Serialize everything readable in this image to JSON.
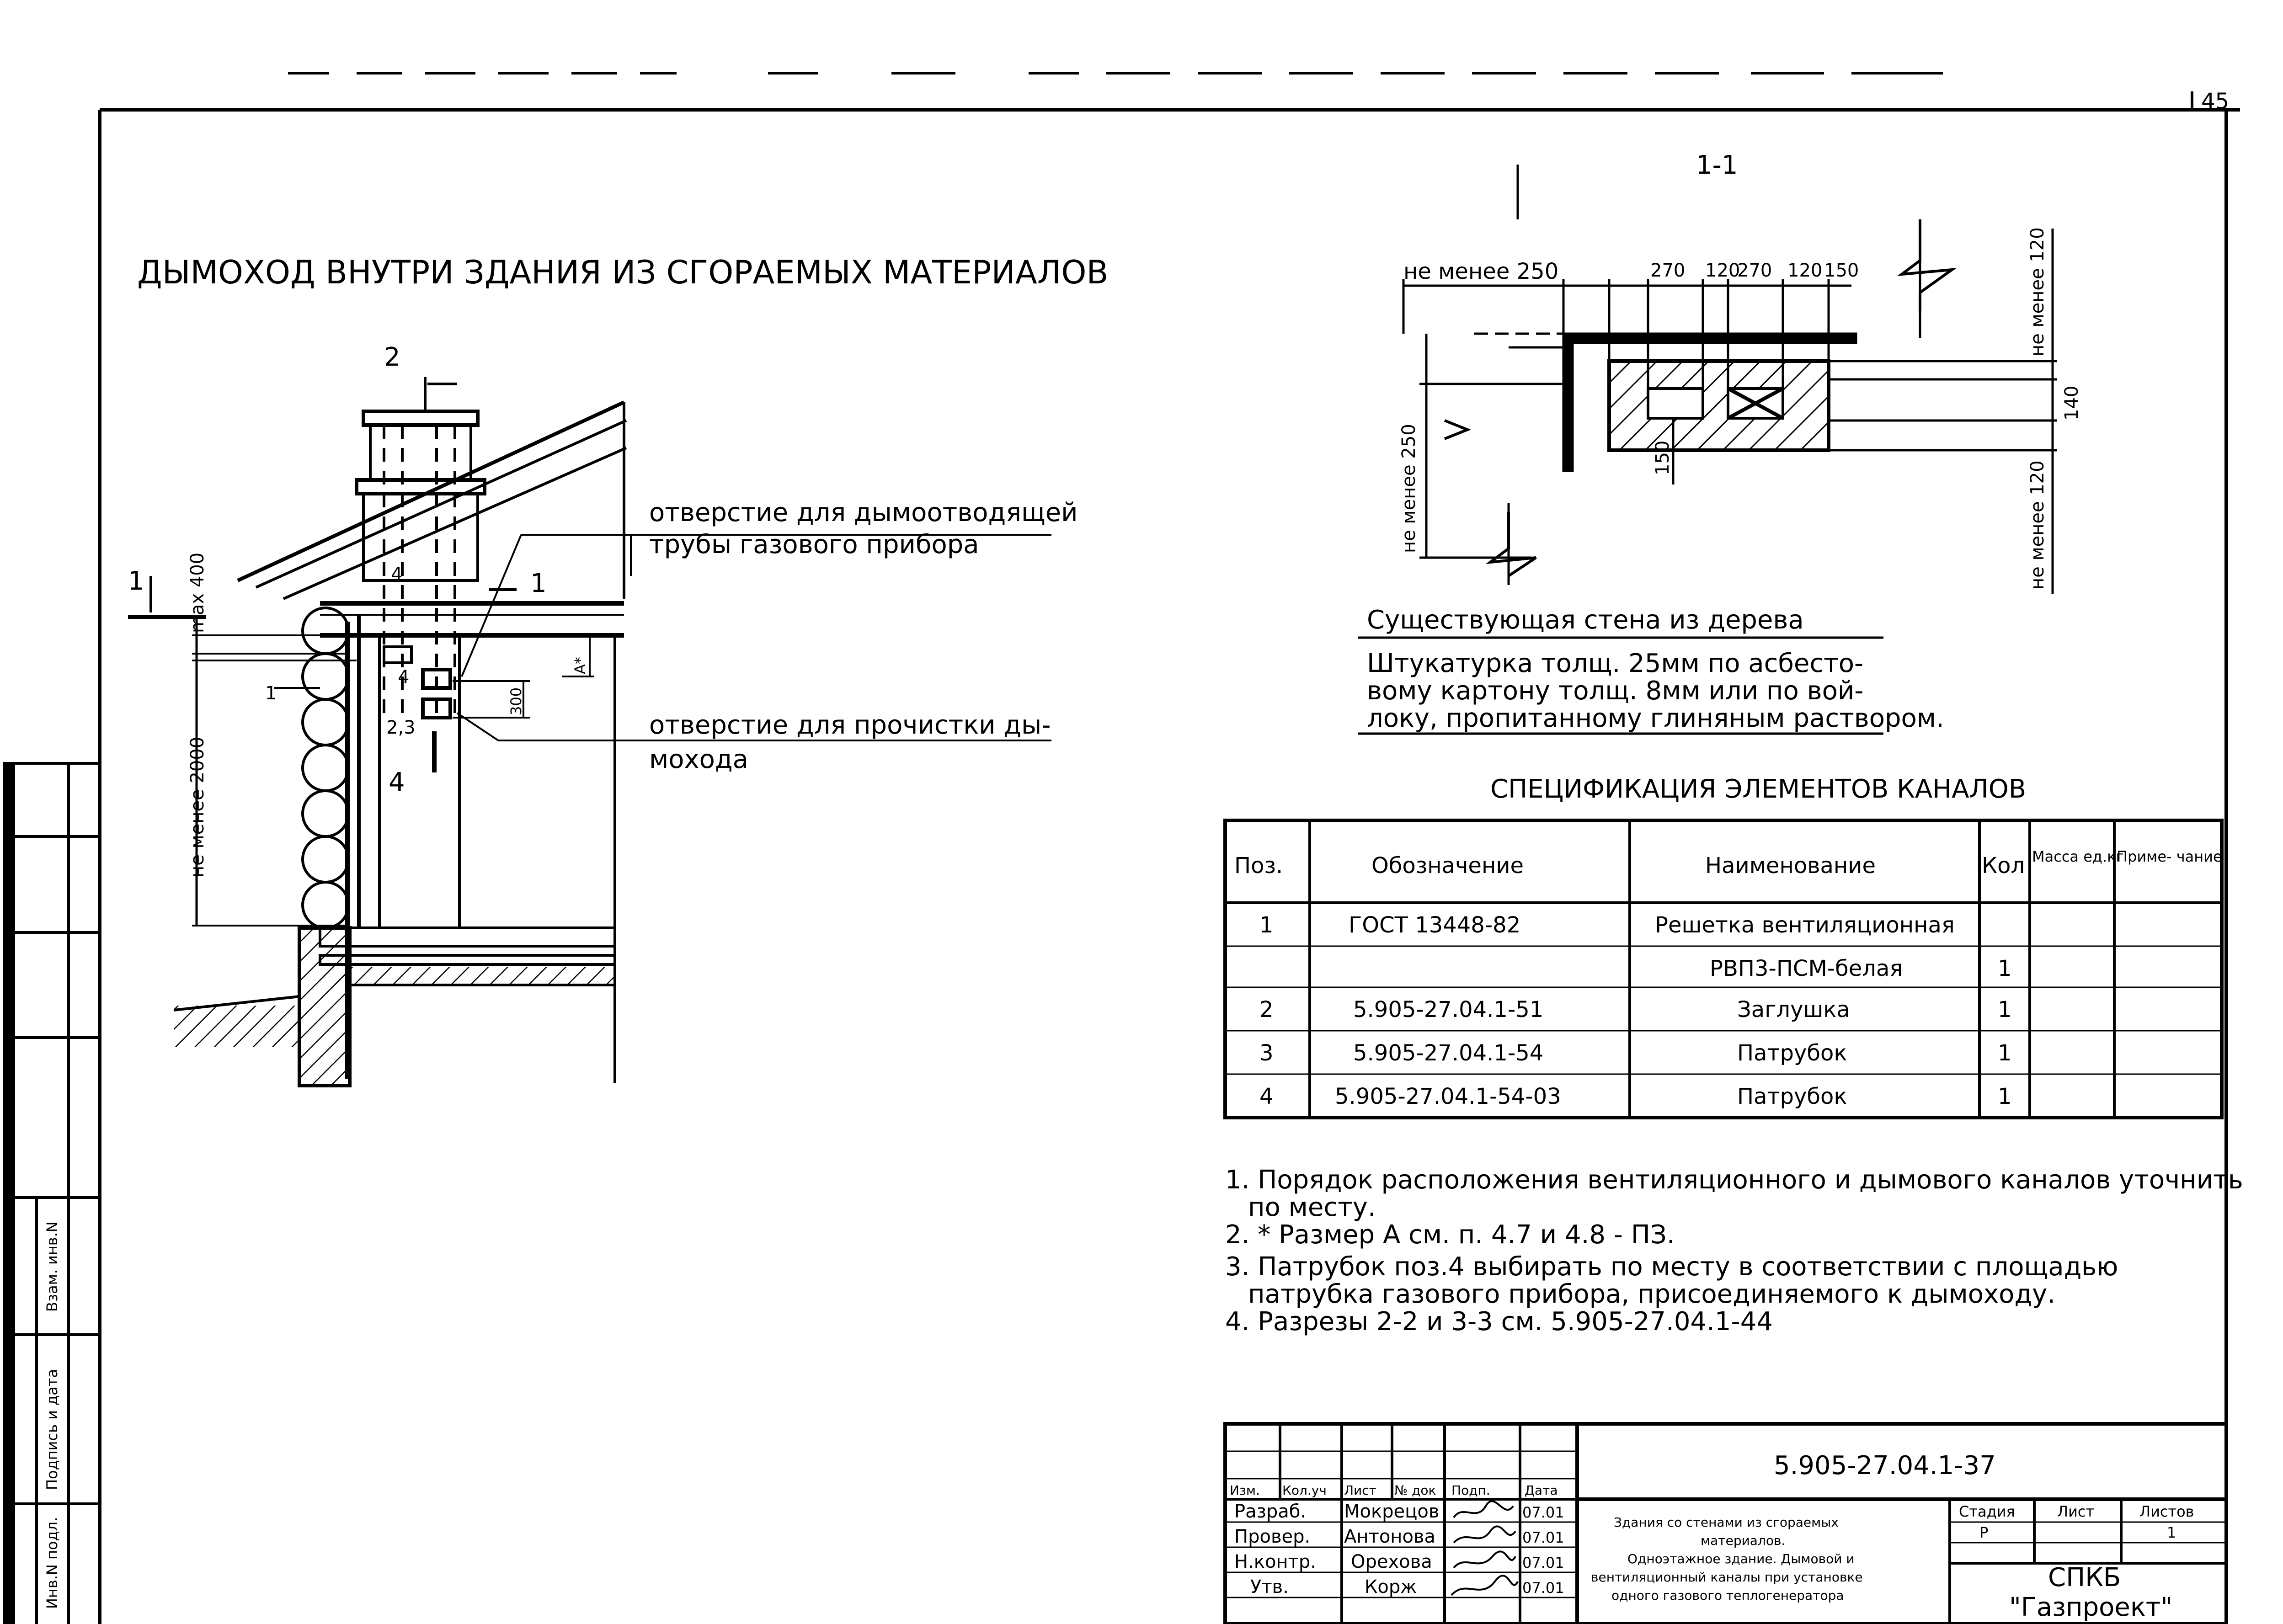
{
  "sheet_number": "45",
  "section_label": "1-1",
  "title": "ДЫМОХОД ВНУТРИ ЗДАНИЯ ИЗ СГОРАЕМЫХ МАТЕРИАЛОВ",
  "drawing": {
    "label_flue_hole": [
      "отверстие для дымоотводящей",
      "трубы газового прибора"
    ],
    "label_clean_hole": [
      "отверстие для прочистки ды-",
      "мохода"
    ],
    "dim_max400": "max 400",
    "dim_min2000": "не менее 2000",
    "dim_300": "300",
    "dim_a": "А*",
    "mark_1": "1",
    "mark_2": "2",
    "mark_23": "2,3",
    "mark_4": "4"
  },
  "section": {
    "dims_top": [
      "не менее 250",
      "270",
      "120",
      "270",
      "120",
      "150"
    ],
    "dim_left": "не менее 250",
    "dim_right_top": "не менее 120",
    "dim_right_bottom": "не менее 120",
    "dim_140": "140",
    "dim_150": "150",
    "wall_label": "Существующая стена из дерева",
    "plaster_note": [
      "Штукатурка толщ. 25мм по асбесто-",
      "вому картону толщ. 8мм или по вой-",
      "локу, пропитанному глиняным раствором."
    ]
  },
  "spec": {
    "title": "СПЕЦИФИКАЦИЯ ЭЛЕМЕНТОВ КАНАЛОВ",
    "headers": [
      "Поз.",
      "Обозначение",
      "Наименование",
      "Кол",
      "Масса ед.кг",
      "Приме- чание"
    ],
    "rows": [
      [
        "1",
        "ГОСТ 13448-82",
        "Решетка вентиляционная",
        "",
        "",
        ""
      ],
      [
        "",
        "",
        "РВП3-ПСМ-белая",
        "1",
        "",
        ""
      ],
      [
        "2",
        "5.905-27.04.1-51",
        "Заглушка",
        "1",
        "",
        ""
      ],
      [
        "3",
        "5.905-27.04.1-54",
        "Патрубок",
        "1",
        "",
        ""
      ],
      [
        "4",
        "5.905-27.04.1-54-03",
        "Патрубок",
        "1",
        "",
        ""
      ]
    ]
  },
  "notes": [
    "1. Порядок расположения вентиляционного и дымового каналов уточнить",
    "по месту.",
    "2. * Размер А см. п. 4.7 и 4.8 - ПЗ.",
    "3. Патрубок поз.4 выбирать по месту в соответствии с площадью",
    "патрубка газового прибора, присоединяемого к дымоходу.",
    "4. Разрезы 2-2 и 3-3 см. 5.905-27.04.1-44"
  ],
  "stamp": {
    "code": "5.905-27.04.1-37",
    "col_headers": [
      "Изм.",
      "Кол.уч",
      "Лист",
      "№ док",
      "Подп.",
      "Дата"
    ],
    "people": [
      {
        "role": "Разраб.",
        "name": "Мокрецов",
        "date": "07.01"
      },
      {
        "role": "Провер.",
        "name": "Антонова",
        "date": "07.01"
      },
      {
        "role": "Н.контр.",
        "name": "Орехова",
        "date": "07.01"
      },
      {
        "role": "Утв.",
        "name": "Корж",
        "date": "07.01"
      }
    ],
    "description": [
      "Здания со стенами из сгораемых",
      "материалов.",
      "Одноэтажное здание. Дымовой и",
      "вентиляционный каналы при установке",
      "одного газового теплогенератора"
    ],
    "stage_label": "Стадия",
    "sheet_label": "Лист",
    "sheets_label": "Листов",
    "stage": "Р",
    "sheet": "1",
    "org": [
      "СПКБ",
      "\"Газпроект\""
    ]
  },
  "side_stamp": [
    "Взам. инв.N",
    "Подпись и дата",
    "Инв.N подл."
  ]
}
